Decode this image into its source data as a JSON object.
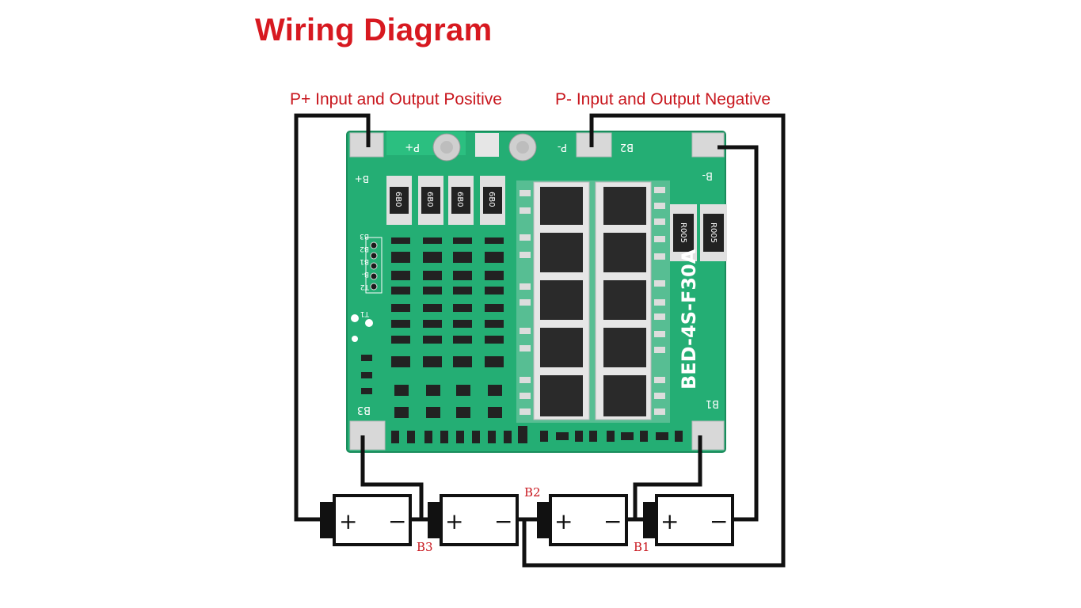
{
  "title": "Wiring Diagram",
  "labels": {
    "p_plus": "P+ Input and Output Positive",
    "p_minus": "P- Input and Output Negative"
  },
  "pcb": {
    "model": "BED-4S-F30A",
    "silkscreen": [
      "P+",
      "P-",
      "B2",
      "B-",
      "B+",
      "B1",
      "B3",
      "B3",
      "B2",
      "B1",
      "B-",
      "T2",
      "T1"
    ],
    "resistors": [
      "6B0",
      "6B0",
      "6B0",
      "6B0",
      "R005",
      "R005"
    ]
  },
  "nodes": [
    "B2",
    "B3",
    "B1"
  ],
  "cells": [
    {
      "plus": "+",
      "minus": "−"
    },
    {
      "plus": "+",
      "minus": "−"
    },
    {
      "plus": "+",
      "minus": "−"
    },
    {
      "plus": "+",
      "minus": "−"
    }
  ],
  "colors": {
    "accent": "#d71920",
    "pcb": "#1fa66f",
    "wire": "#111111"
  }
}
